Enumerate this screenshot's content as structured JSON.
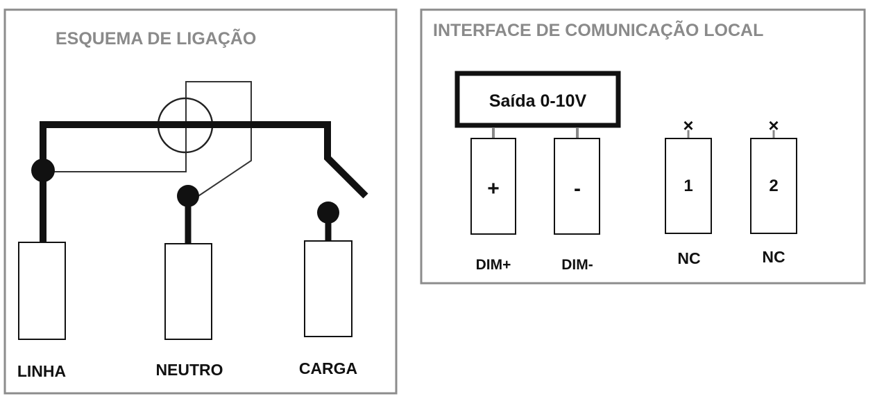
{
  "wiring_panel": {
    "title": "ESQUEMA DE LIGAÇÃO",
    "terminals": {
      "line": "LINHA",
      "neutral": "NEUTRO",
      "load": "CARGA"
    }
  },
  "interface_panel": {
    "title": "INTERFACE DE COMUNICAÇÃO LOCAL",
    "output_box": "Saída 0-10V",
    "pins": [
      {
        "symbol": "+",
        "label": "DIM+"
      },
      {
        "symbol": "-",
        "label": "DIM-"
      },
      {
        "symbol": "1",
        "label": "NC",
        "marker": "×"
      },
      {
        "symbol": "2",
        "label": "NC",
        "marker": "×"
      }
    ]
  },
  "colors": {
    "border": "#8c8c8c",
    "title": "#8a8a8a",
    "wire": "#111111"
  }
}
